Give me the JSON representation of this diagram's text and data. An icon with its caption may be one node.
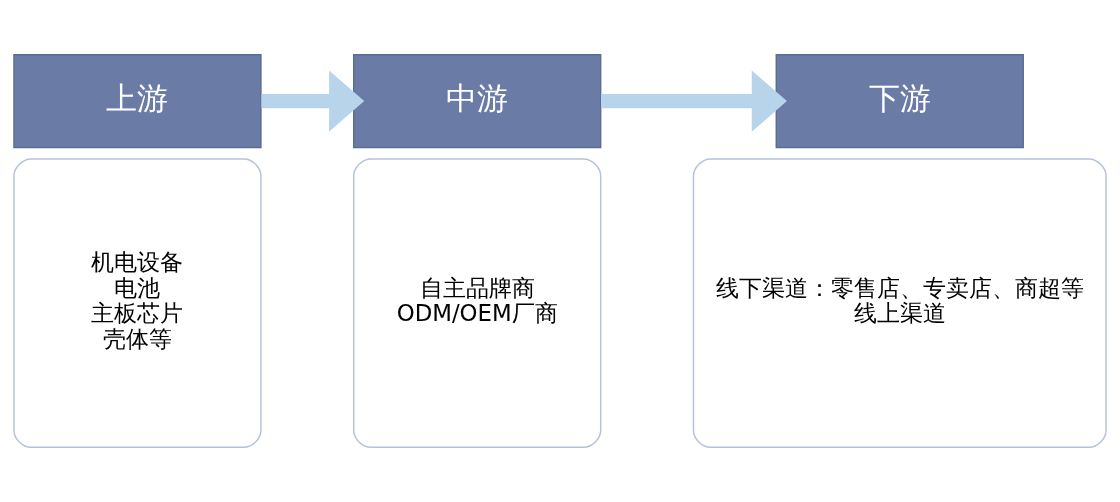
{
  "diagram": {
    "nodes": [
      {
        "text": [
          "上游"
        ]
      },
      {
        "text": [
          "机电设备",
          "电池",
          "主板芯片",
          "壳体等"
        ]
      },
      {
        "text": [
          "中游"
        ]
      },
      {
        "text": [
          "自主品牌商",
          "ODM/OEM厂商"
        ]
      },
      {
        "text": [
          "下游"
        ]
      },
      {
        "text": [
          "线下渠道：零售店、专卖店、商超等",
          "线上渠道"
        ]
      }
    ],
    "edges": [
      {
        "from": 0,
        "to": 2,
        "arrow": "to"
      },
      {
        "from": 2,
        "to": 4,
        "arrow": "to"
      }
    ]
  }
}
